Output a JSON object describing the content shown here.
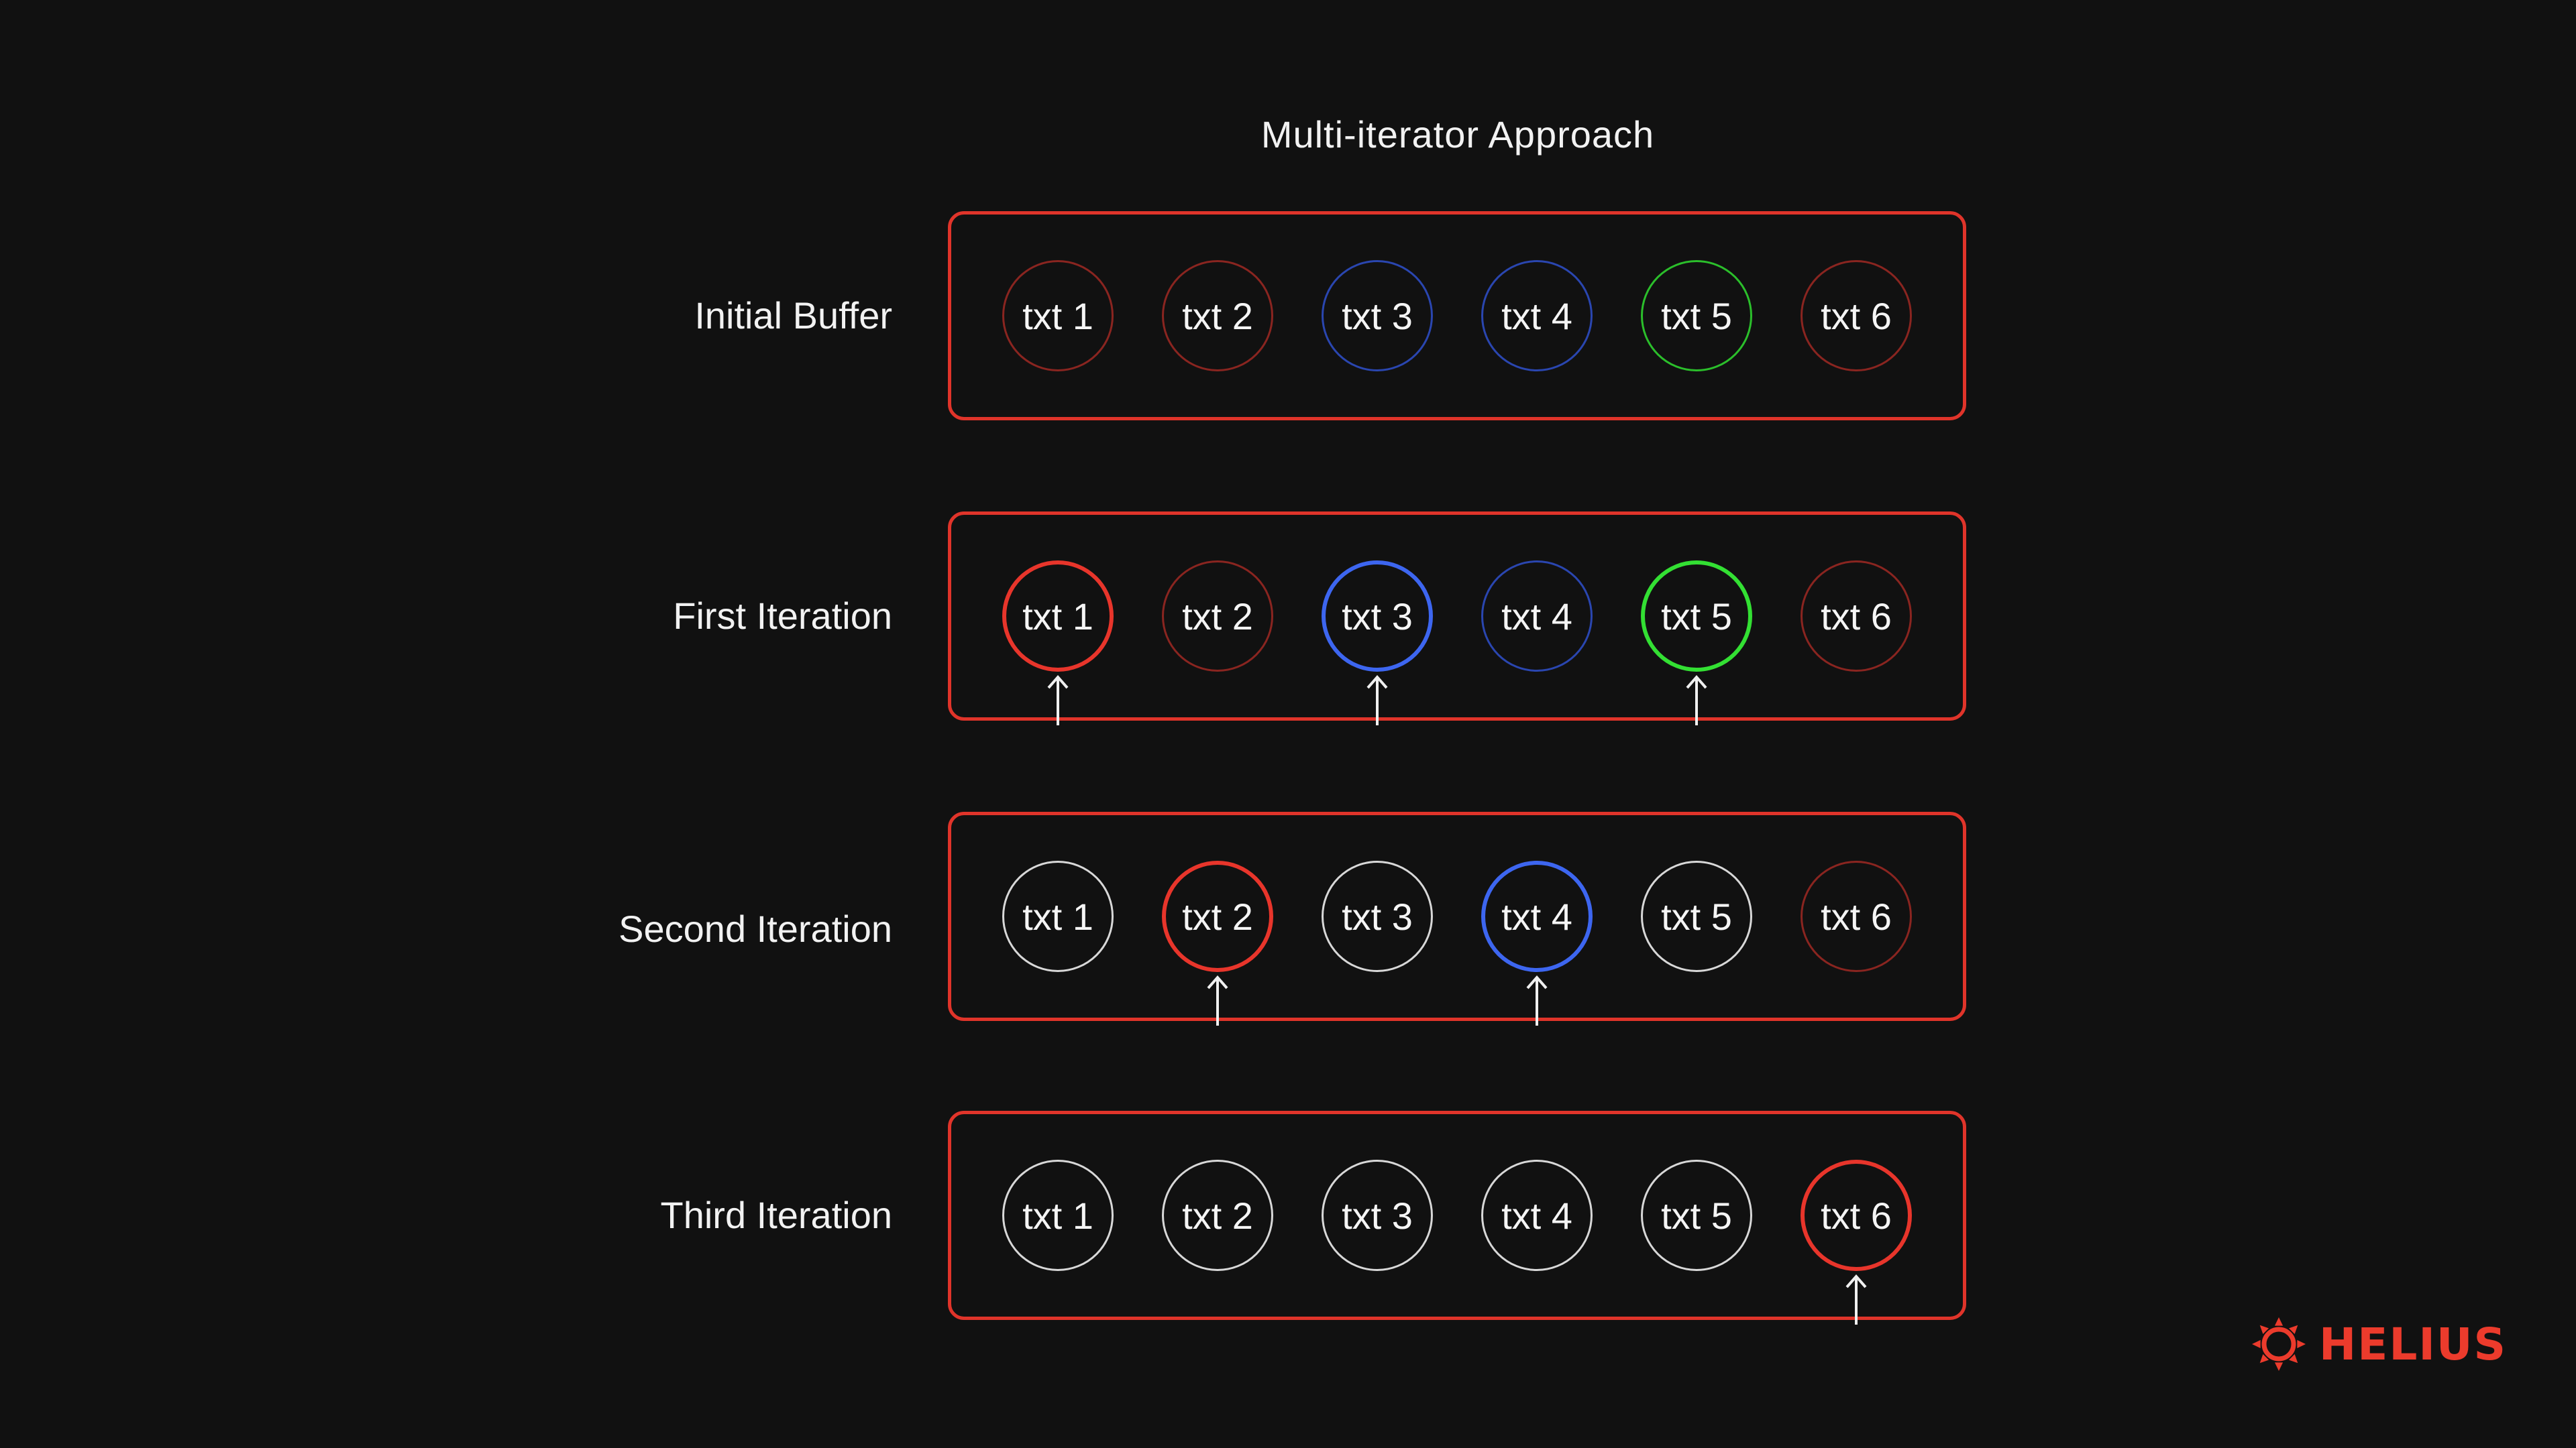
{
  "title": "Multi-iterator Approach",
  "colors": {
    "background": "#111111",
    "buffer_border": "#e0342a",
    "red_dim": "#8a2520",
    "red_bright": "#e8352b",
    "blue_dim": "#2a46b0",
    "blue_bright": "#3d66f0",
    "green_dim": "#2bbf2b",
    "green_bright": "#33e033",
    "white_dim": "#d8d8d8",
    "brand": "#ec3b2c"
  },
  "rows": [
    {
      "label": "Initial Buffer",
      "nodes": [
        {
          "text": "txt 1",
          "color": "red",
          "state": "dim"
        },
        {
          "text": "txt 2",
          "color": "red",
          "state": "dim"
        },
        {
          "text": "txt 3",
          "color": "blue",
          "state": "dim"
        },
        {
          "text": "txt 4",
          "color": "blue",
          "state": "dim"
        },
        {
          "text": "txt 5",
          "color": "green",
          "state": "dim"
        },
        {
          "text": "txt 6",
          "color": "red",
          "state": "dim"
        }
      ]
    },
    {
      "label": "First Iteration",
      "nodes": [
        {
          "text": "txt 1",
          "color": "red",
          "state": "bright",
          "pointer": true
        },
        {
          "text": "txt 2",
          "color": "red",
          "state": "dim"
        },
        {
          "text": "txt 3",
          "color": "blue",
          "state": "bright",
          "pointer": true
        },
        {
          "text": "txt 4",
          "color": "blue",
          "state": "dim"
        },
        {
          "text": "txt 5",
          "color": "green",
          "state": "bright",
          "pointer": true
        },
        {
          "text": "txt 6",
          "color": "red",
          "state": "dim"
        }
      ]
    },
    {
      "label": "Second Iteration",
      "nodes": [
        {
          "text": "txt 1",
          "color": "white",
          "state": "dim"
        },
        {
          "text": "txt 2",
          "color": "red",
          "state": "bright",
          "pointer": true
        },
        {
          "text": "txt 3",
          "color": "white",
          "state": "dim"
        },
        {
          "text": "txt 4",
          "color": "blue",
          "state": "bright",
          "pointer": true
        },
        {
          "text": "txt 5",
          "color": "white",
          "state": "dim"
        },
        {
          "text": "txt 6",
          "color": "red",
          "state": "dim"
        }
      ]
    },
    {
      "label": "Third Iteration",
      "nodes": [
        {
          "text": "txt 1",
          "color": "white",
          "state": "dim"
        },
        {
          "text": "txt 2",
          "color": "white",
          "state": "dim"
        },
        {
          "text": "txt 3",
          "color": "white",
          "state": "dim"
        },
        {
          "text": "txt 4",
          "color": "white",
          "state": "dim"
        },
        {
          "text": "txt 5",
          "color": "white",
          "state": "dim"
        },
        {
          "text": "txt 6",
          "color": "red",
          "state": "bright",
          "pointer": true
        }
      ]
    }
  ],
  "brand": {
    "name": "HELIUS",
    "logo_icon": "helius-sun-icon"
  }
}
